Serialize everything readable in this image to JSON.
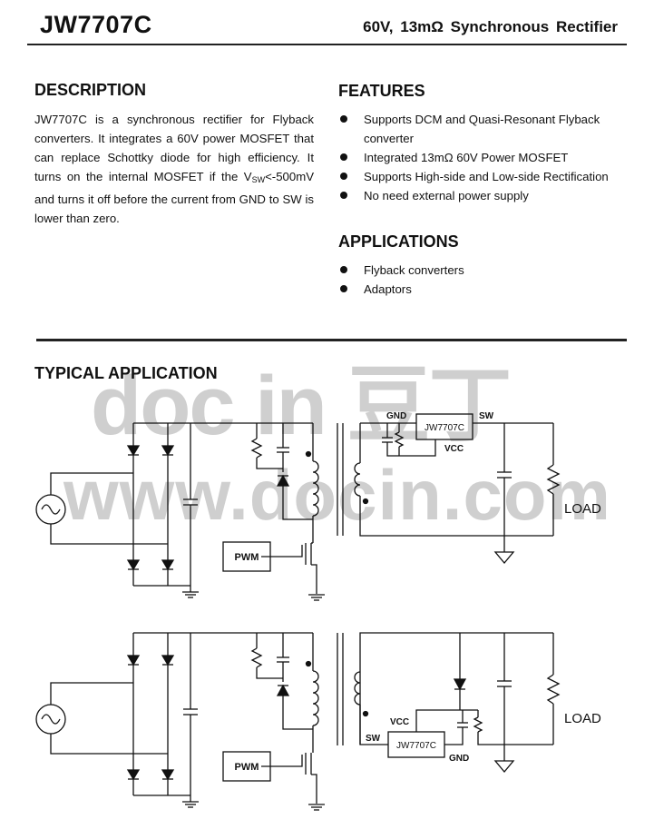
{
  "header": {
    "part_number": "JW7707C",
    "subtitle": "60V, 13mΩ Synchronous Rectifier"
  },
  "description": {
    "heading": "DESCRIPTION",
    "text_before": "JW7707C is a synchronous rectifier for Flyback converters. It integrates a 60V power MOSFET that can replace Schottky diode for high efficiency. It turns on the internal MOSFET if the V",
    "subscript": "SW",
    "text_after": "<-500mV and turns it off before the current from GND to SW is lower than zero."
  },
  "features": {
    "heading": "FEATURES",
    "items": [
      "Supports DCM and Quasi-Resonant Flyback converter",
      "Integrated 13mΩ 60V Power MOSFET",
      "Supports High-side and Low-side Rectification",
      "No need external power supply"
    ]
  },
  "applications": {
    "heading": "APPLICATIONS",
    "items": [
      "Flyback converters",
      "Adaptors"
    ]
  },
  "typical_application": {
    "heading": "TYPICAL APPLICATION",
    "circuit1": {
      "chip": "JW7707C",
      "gnd": "GND",
      "sw": "SW",
      "vcc": "VCC",
      "pwm": "PWM",
      "load": "LOAD"
    },
    "circuit2": {
      "chip": "JW7707C",
      "gnd": "GND",
      "sw": "SW",
      "vcc": "VCC",
      "pwm": "PWM",
      "load": "LOAD"
    }
  },
  "watermark": {
    "logo": "doc in 豆丁",
    "url": "www.docin.com"
  }
}
